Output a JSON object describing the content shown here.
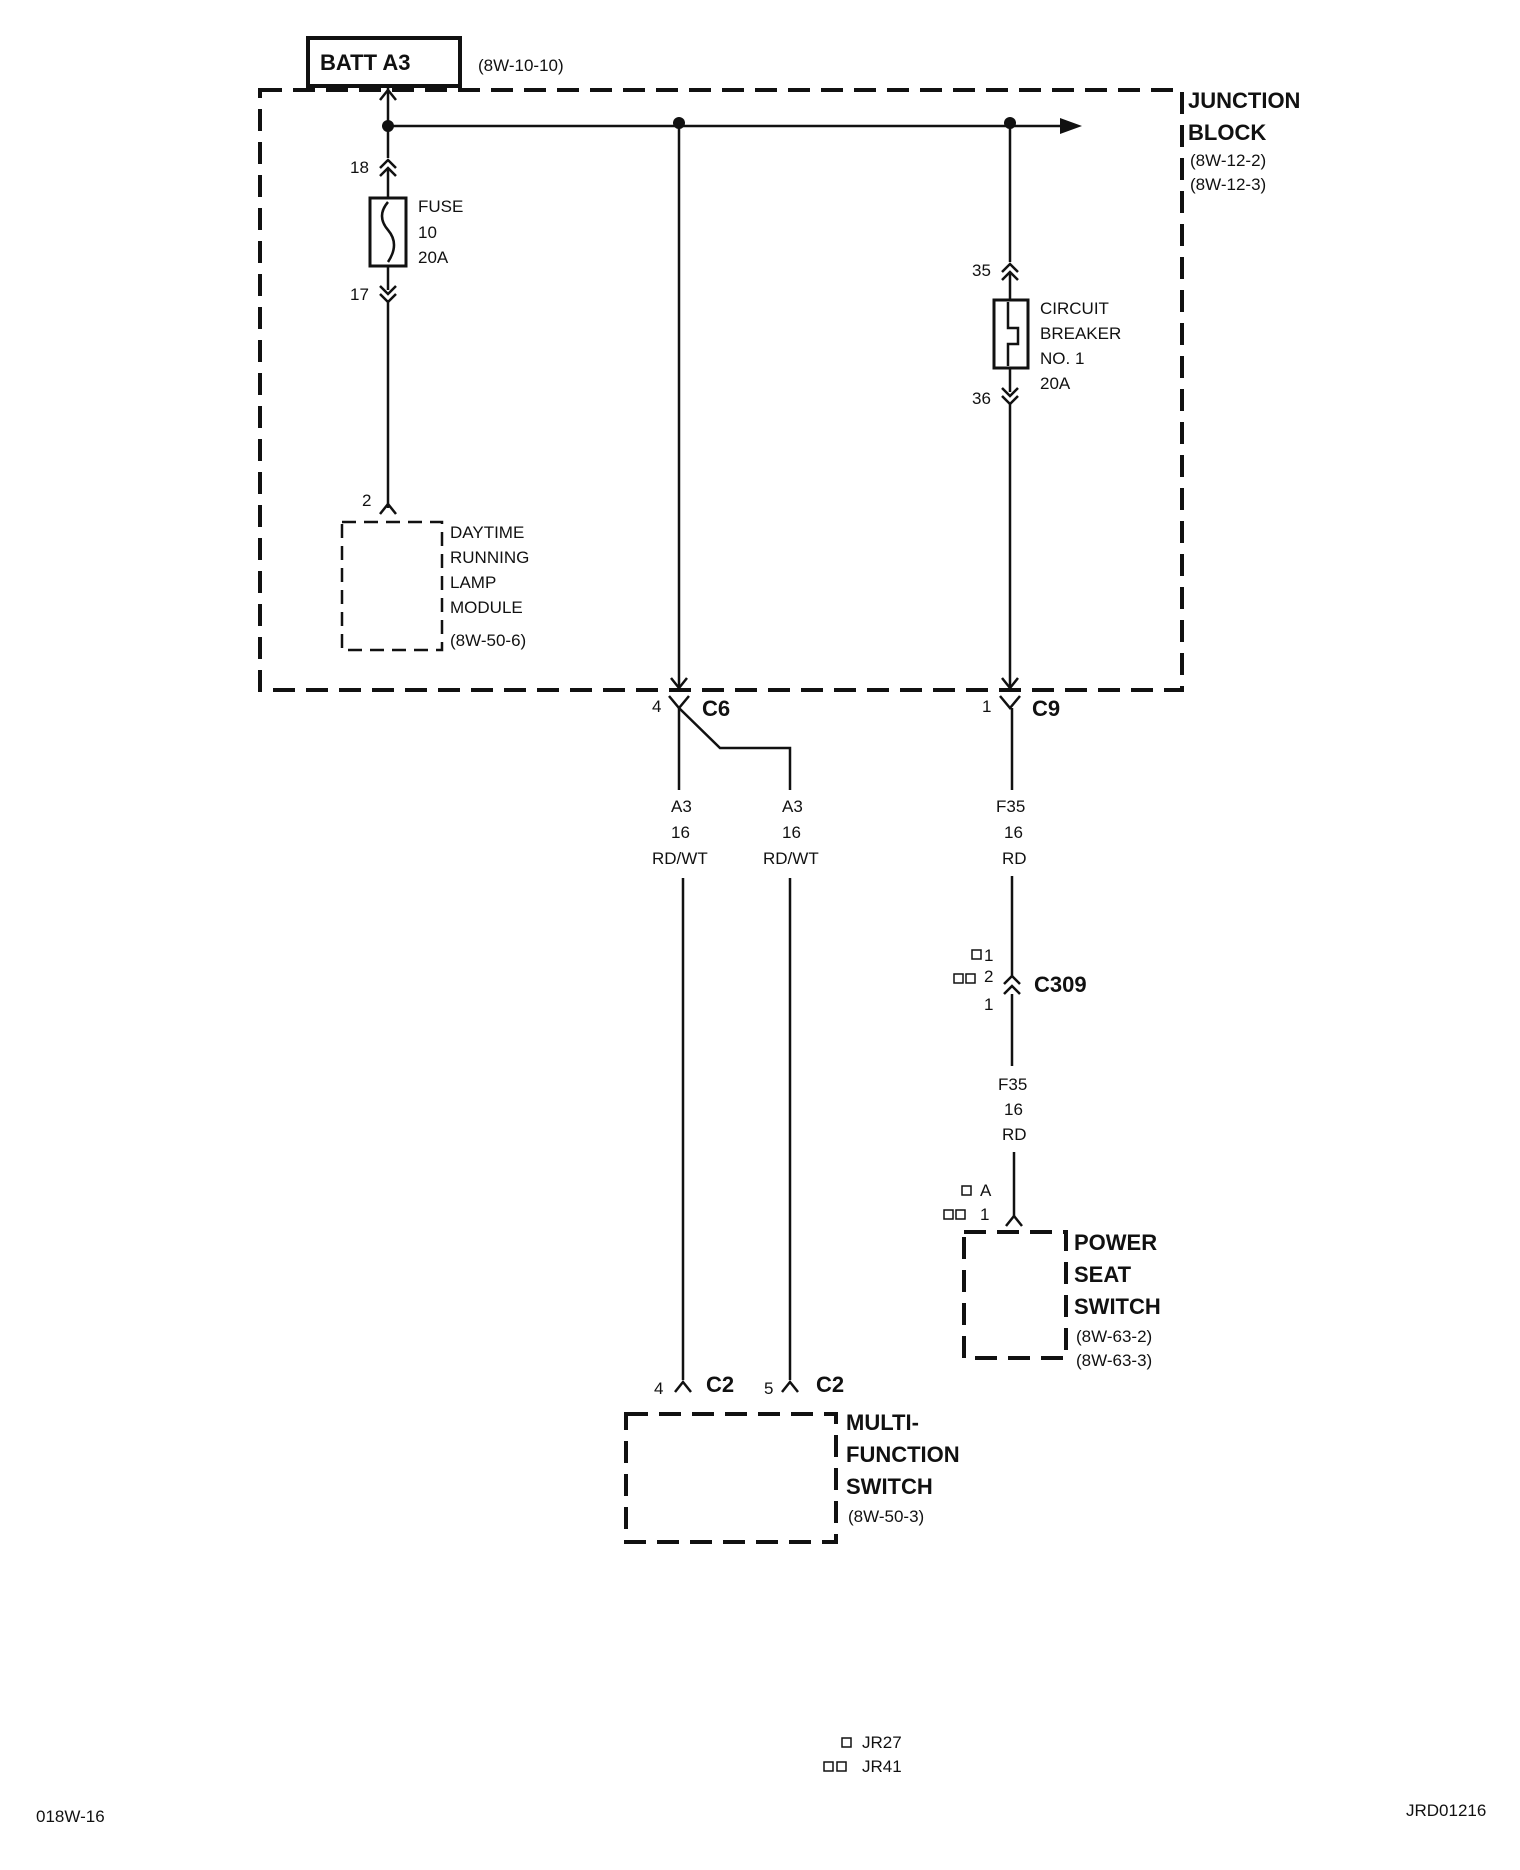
{
  "batt": {
    "label": "BATT A3",
    "ref": "(8W-10-10)"
  },
  "junction_block": {
    "title_line1": "JUNCTION",
    "title_line2": "BLOCK",
    "ref1": "(8W-12-2)",
    "ref2": "(8W-12-3)"
  },
  "fuse": {
    "pin_top": "18",
    "pin_bottom": "17",
    "label1": "FUSE",
    "label2": "10",
    "label3": "20A"
  },
  "breaker": {
    "pin_top": "35",
    "pin_bottom": "36",
    "label1": "CIRCUIT",
    "label2": "BREAKER",
    "label3": "NO. 1",
    "label4": "20A"
  },
  "drl_module": {
    "pin": "2",
    "line1": "DAYTIME",
    "line2": "RUNNING",
    "line3": "LAMP",
    "line4": "MODULE",
    "ref": "(8W-50-6)"
  },
  "c6": {
    "pin": "4",
    "name": "C6"
  },
  "c9": {
    "pin": "1",
    "name": "C9"
  },
  "wire_a3_left": {
    "circuit": "A3",
    "gauge": "16",
    "color": "RD/WT"
  },
  "wire_a3_right": {
    "circuit": "A3",
    "gauge": "16",
    "color": "RD/WT"
  },
  "wire_f35_top": {
    "circuit": "F35",
    "gauge": "16",
    "color": "RD"
  },
  "wire_f35_bottom": {
    "circuit": "F35",
    "gauge": "16",
    "color": "RD"
  },
  "c309": {
    "name": "C309",
    "pin1": "1",
    "pin2": "2",
    "pin3": "1"
  },
  "power_seat": {
    "pin_a": "A",
    "pin_1": "1",
    "line1": "POWER",
    "line2": "SEAT",
    "line3": "SWITCH",
    "ref1": "(8W-63-2)",
    "ref2": "(8W-63-3)"
  },
  "multifunction": {
    "pin_left": "4",
    "pin_right": "5",
    "conn_left": "C2",
    "conn_right": "C2",
    "line1": "MULTI-",
    "line2": "FUNCTION",
    "line3": "SWITCH",
    "ref": "(8W-50-3)"
  },
  "legend": {
    "jr27": "JR27",
    "jr41": "JR41"
  },
  "footer": {
    "left": "018W-16",
    "right": "JRD01216"
  }
}
